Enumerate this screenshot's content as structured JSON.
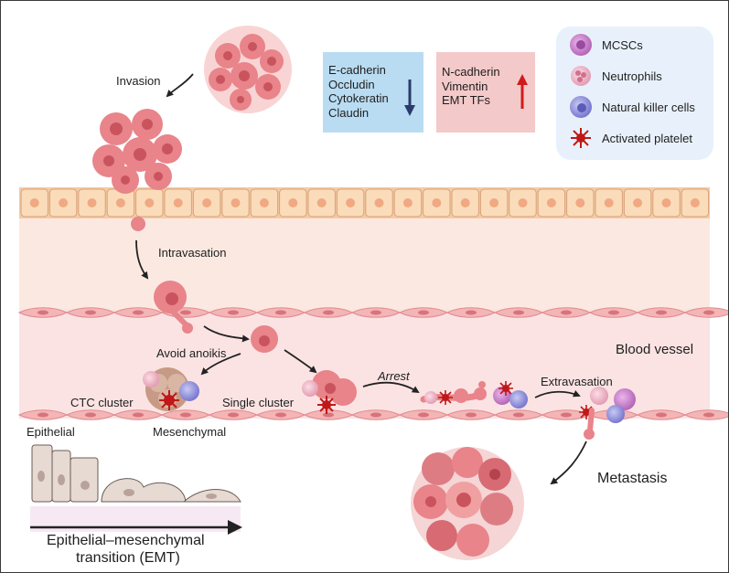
{
  "labels": {
    "invasion": "Invasion",
    "intravasation": "Intravasation",
    "avoid_anoikis": "Avoid anoikis",
    "ctc_cluster": "CTC cluster",
    "single_cluster": "Single cluster",
    "mesenchymal": "Mesenchymal",
    "epithelial": "Epithelial",
    "arrest": "Arrest",
    "extravasation": "Extravasation",
    "blood_vessel": "Blood vessel",
    "metastasis": "Metastasis",
    "emt_line1": "Epithelial–mesenchymal",
    "emt_line2": "transition (EMT)"
  },
  "down_box": {
    "items": [
      "E-cadherin",
      "Occludin",
      "Cytokeratin",
      "Claudin"
    ],
    "color": "#b9dcf2",
    "arrow_color": "#2b3a6e"
  },
  "up_box": {
    "items": [
      "N-cadherin",
      "Vimentin",
      "EMT TFs"
    ],
    "color": "#f4c9c9",
    "arrow_color": "#d11a1a"
  },
  "legend": {
    "items": [
      {
        "label": "MCSCs",
        "icon": "mcsc-icon"
      },
      {
        "label": "Neutrophils",
        "icon": "neutrophil-icon"
      },
      {
        "label": "Natural killer cells",
        "icon": "nk-cell-icon"
      },
      {
        "label": "Activated platelet",
        "icon": "platelet-icon"
      }
    ]
  },
  "colors": {
    "tumor_cell": "#e8848a",
    "tumor_nucleus": "#c9545e",
    "tissue_band": "#fbe9e1",
    "vessel_band": "#fbe3e3",
    "epithelial_cell": "#fbdcba",
    "legend_bg": "#e8f1fb"
  }
}
